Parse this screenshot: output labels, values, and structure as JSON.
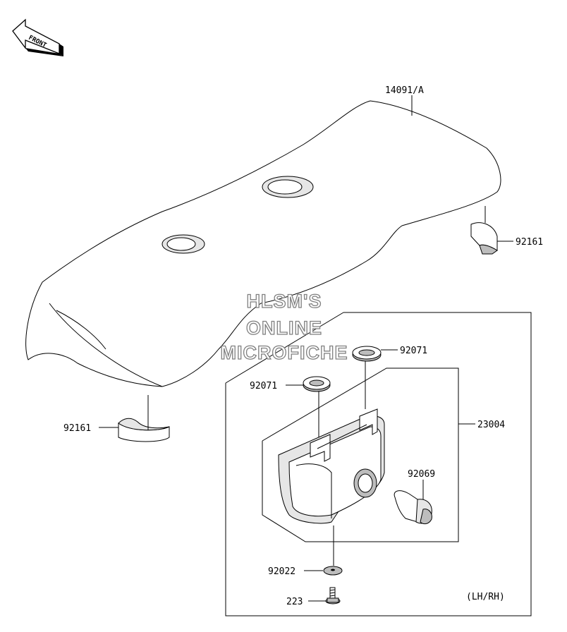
{
  "front_label": "FRONT",
  "watermark": [
    "HLSM'S",
    "ONLINE",
    "MICROFICHE"
  ],
  "callouts": {
    "seat": "14091/A",
    "damper_right": "92161",
    "damper_left": "92161",
    "grommet_right": "92071",
    "grommet_left": "92071",
    "lamp_assy": "23004",
    "bulb": "92069",
    "washer": "92022",
    "screw": "223"
  },
  "note": "(LH/RH)"
}
